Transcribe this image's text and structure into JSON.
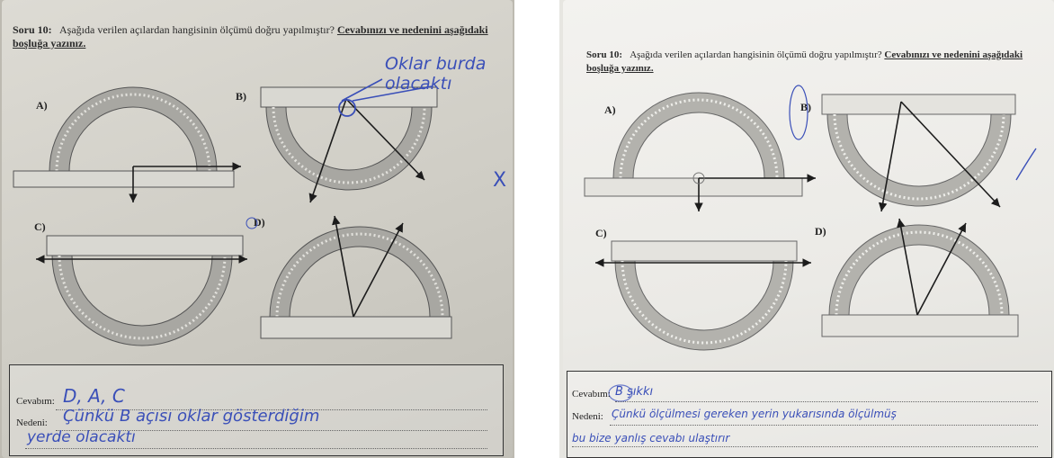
{
  "left_photo": {
    "question_number": "Soru 10:",
    "question_text": "Aşağıda verilen açılardan hangisinin ölçümü doğru yapılmıştır?",
    "instruction": "Cevabınızı ve nedenini aşağıdaki boşluğa yazınız.",
    "options": [
      "A)",
      "B)",
      "C)",
      "D)"
    ],
    "margin_mark": "X",
    "handwritten_note": "Oklar burda olacaktı",
    "answer_label": "Cevabım:",
    "answer_value": "D, A, C",
    "reason_label": "Nedeni:",
    "reason_line1": "Çünkü B açısı oklar gösterdiğim",
    "reason_line2": "yerde olacaktı"
  },
  "right_photo": {
    "question_number": "Soru 10:",
    "question_text": "Aşağıda verilen açılardan hangisinin ölçümü doğru yapılmıştır?",
    "instruction": "Cevabınızı ve nedenini aşağıdaki boşluğa yazınız.",
    "options": [
      "A)",
      "B)",
      "C)",
      "D)"
    ],
    "answer_label": "Cevabım:",
    "answer_value": "B şıkkı",
    "reason_label": "Nedeni:",
    "reason_line1": "Çünkü ölçülmesi gereken yerin yukarısında ölçülmüş",
    "reason_line2": "bu bize yanlış cevabı ulaştırır"
  },
  "colors": {
    "pen": "#3a4fb8",
    "ink": "#1c1c1c",
    "protractor": "#8a8a86"
  }
}
